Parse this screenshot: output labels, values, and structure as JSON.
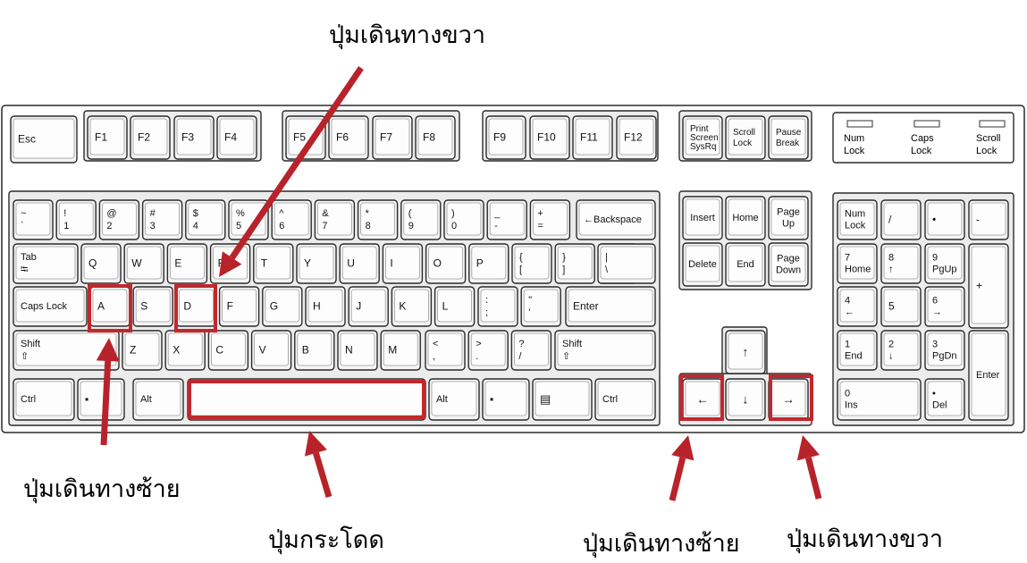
{
  "captions": {
    "top_right_move": "ปุ่มเดินทางขวา",
    "bottom_left_move": "ปุ่มเดินทางซ้าย",
    "bottom_jump": "ปุ่มกระโดด",
    "bottom_arrow_left": "ปุ่มเดินทางซ้าย",
    "bottom_arrow_right": "ปุ่มเดินทางขวา"
  },
  "leds": [
    {
      "l1": "Num",
      "l2": "Lock"
    },
    {
      "l1": "Caps",
      "l2": "Lock"
    },
    {
      "l1": "Scroll",
      "l2": "Lock"
    }
  ],
  "keys": {
    "esc": "Esc",
    "f": [
      "F1",
      "F2",
      "F3",
      "F4",
      "F5",
      "F6",
      "F7",
      "F8",
      "F9",
      "F10",
      "F11",
      "F12"
    ],
    "print": [
      "Print",
      "Screen",
      "SysRq"
    ],
    "scroll": [
      "Scroll",
      "Lock"
    ],
    "pause": [
      "Pause",
      "Break"
    ],
    "num_row": [
      [
        "~",
        "`"
      ],
      [
        "!",
        "1"
      ],
      [
        "@",
        "2"
      ],
      [
        "#",
        "3"
      ],
      [
        "$",
        "4"
      ],
      [
        "%",
        "5"
      ],
      [
        "^",
        "6"
      ],
      [
        "&",
        "7"
      ],
      [
        "*",
        "8"
      ],
      [
        "(",
        "9"
      ],
      [
        ")",
        "0"
      ],
      [
        "_",
        "-"
      ],
      [
        "+",
        "="
      ]
    ],
    "backspace": "←Backspace",
    "tab": [
      "Tab",
      "⭾"
    ],
    "q_row": [
      "Q",
      "W",
      "E",
      "R",
      "T",
      "Y",
      "U",
      "I",
      "O",
      "P"
    ],
    "brackets": [
      [
        "{",
        "["
      ],
      [
        "}",
        "]"
      ],
      [
        "|",
        "\\"
      ]
    ],
    "caps": "Caps Lock",
    "a_row": [
      "A",
      "S",
      "D",
      "F",
      "G",
      "H",
      "J",
      "K",
      "L"
    ],
    "semis": [
      [
        ":",
        ";"
      ],
      [
        "\"",
        "'"
      ]
    ],
    "enter": "Enter",
    "shift": [
      "Shift",
      "⇧"
    ],
    "z_row": [
      "Z",
      "X",
      "C",
      "V",
      "B",
      "N",
      "M"
    ],
    "punct": [
      [
        "<",
        ","
      ],
      [
        ">",
        "."
      ],
      [
        "?",
        "/"
      ]
    ],
    "ctrl": "Ctrl",
    "alt": "Alt",
    "nav": [
      "Insert",
      "Home",
      "Page Up",
      "Delete",
      "End",
      "Page Down"
    ],
    "arrows": [
      "↑",
      "←",
      "↓",
      "→"
    ],
    "numpad": {
      "numlock": [
        "Num",
        "Lock"
      ],
      "slash": "/",
      "star": "•",
      "minus": "-",
      "plus": "+",
      "n7": [
        "7",
        "Home"
      ],
      "n8": [
        "8",
        "↑"
      ],
      "n9": [
        "9",
        "PgUp"
      ],
      "n4": [
        "4",
        "←"
      ],
      "n5": "5",
      "n6": [
        "6",
        "→"
      ],
      "n1": [
        "1",
        "End"
      ],
      "n2": [
        "2",
        "↓"
      ],
      "n3": [
        "3",
        "PgDn"
      ],
      "n0": [
        "0",
        "Ins"
      ],
      "dot": [
        "•",
        "Del"
      ],
      "enter": "Enter"
    }
  }
}
